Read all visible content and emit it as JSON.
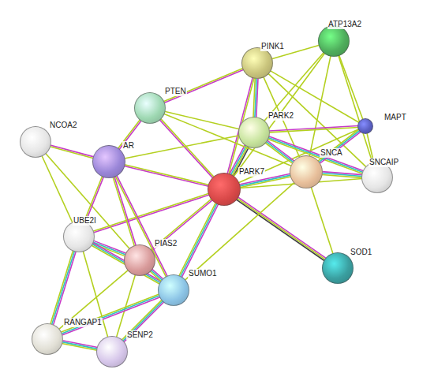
{
  "diagram": {
    "nodes": [
      {
        "text": [
          "ATP13A2"
        ]
      },
      {
        "text": [
          "PINK1"
        ]
      },
      {
        "text": [
          "PTEN"
        ]
      },
      {
        "text": [
          "NCOA2"
        ]
      },
      {
        "text": [
          "PARK2"
        ]
      },
      {
        "text": [
          "MAPT"
        ]
      },
      {
        "text": [
          "AR"
        ]
      },
      {
        "text": [
          "SNCA"
        ]
      },
      {
        "text": [
          "SNCAIP"
        ]
      },
      {
        "text": [
          "PARK7"
        ]
      },
      {
        "text": [
          "UBE2I"
        ]
      },
      {
        "text": [
          "PIAS2"
        ]
      },
      {
        "text": [
          "SOD1"
        ]
      },
      {
        "text": [
          "SUMO1"
        ]
      },
      {
        "text": [
          "RANGAP1"
        ]
      },
      {
        "text": [
          "SENP2"
        ]
      }
    ],
    "edges": [
      {
        "from": 9,
        "to": 1,
        "arrow": "none"
      },
      {
        "from": 9,
        "to": 4,
        "arrow": "none"
      },
      {
        "from": 9,
        "to": 7,
        "arrow": "none"
      },
      {
        "from": 9,
        "to": 12,
        "arrow": "none"
      },
      {
        "from": 9,
        "to": 2,
        "arrow": "none"
      },
      {
        "from": 9,
        "to": 6,
        "arrow": "none"
      },
      {
        "from": 9,
        "to": 10,
        "arrow": "none"
      },
      {
        "from": 9,
        "to": 11,
        "arrow": "none"
      },
      {
        "from": 9,
        "to": 13,
        "arrow": "none"
      },
      {
        "from": 9,
        "to": 5,
        "arrow": "none"
      },
      {
        "from": 9,
        "to": 8,
        "arrow": "none"
      },
      {
        "from": 9,
        "to": 0,
        "arrow": "none"
      },
      {
        "from": 1,
        "to": 4,
        "arrow": "none"
      },
      {
        "from": 1,
        "to": 7,
        "arrow": "none"
      },
      {
        "from": 1,
        "to": 2,
        "arrow": "none"
      },
      {
        "from": 1,
        "to": 0,
        "arrow": "none"
      },
      {
        "from": 1,
        "to": 5,
        "arrow": "none"
      },
      {
        "from": 1,
        "to": 8,
        "arrow": "none"
      },
      {
        "from": 2,
        "to": 4,
        "arrow": "none"
      },
      {
        "from": 2,
        "to": 6,
        "arrow": "none"
      },
      {
        "from": 2,
        "to": 7,
        "arrow": "none"
      },
      {
        "from": 0,
        "to": 4,
        "arrow": "none"
      },
      {
        "from": 0,
        "to": 7,
        "arrow": "none"
      },
      {
        "from": 0,
        "to": 5,
        "arrow": "none"
      },
      {
        "from": 0,
        "to": 8,
        "arrow": "none"
      },
      {
        "from": 4,
        "to": 7,
        "arrow": "none"
      },
      {
        "from": 4,
        "to": 8,
        "arrow": "none"
      },
      {
        "from": 4,
        "to": 5,
        "arrow": "none"
      },
      {
        "from": 5,
        "to": 7,
        "arrow": "none"
      },
      {
        "from": 5,
        "to": 8,
        "arrow": "none"
      },
      {
        "from": 7,
        "to": 8,
        "arrow": "none"
      },
      {
        "from": 7,
        "to": 12,
        "arrow": "none"
      },
      {
        "from": 7,
        "to": 13,
        "arrow": "none"
      },
      {
        "from": 3,
        "to": 6,
        "arrow": "none"
      },
      {
        "from": 3,
        "to": 10,
        "arrow": "none"
      },
      {
        "from": 3,
        "to": 11,
        "arrow": "none"
      },
      {
        "from": 6,
        "to": 10,
        "arrow": "none"
      },
      {
        "from": 6,
        "to": 11,
        "arrow": "none"
      },
      {
        "from": 6,
        "to": 13,
        "arrow": "none"
      },
      {
        "from": 6,
        "to": 4,
        "arrow": "none"
      },
      {
        "from": 10,
        "to": 11,
        "arrow": "none"
      },
      {
        "from": 10,
        "to": 13,
        "arrow": "none"
      },
      {
        "from": 10,
        "to": 14,
        "arrow": "none"
      },
      {
        "from": 10,
        "to": 15,
        "arrow": "none"
      },
      {
        "from": 11,
        "to": 13,
        "arrow": "none"
      },
      {
        "from": 11,
        "to": 15,
        "arrow": "none"
      },
      {
        "from": 11,
        "to": 14,
        "arrow": "none"
      },
      {
        "from": 13,
        "to": 14,
        "arrow": "none"
      },
      {
        "from": 13,
        "to": 15,
        "arrow": "none"
      },
      {
        "from": 14,
        "to": 15,
        "arrow": "none"
      }
    ]
  }
}
